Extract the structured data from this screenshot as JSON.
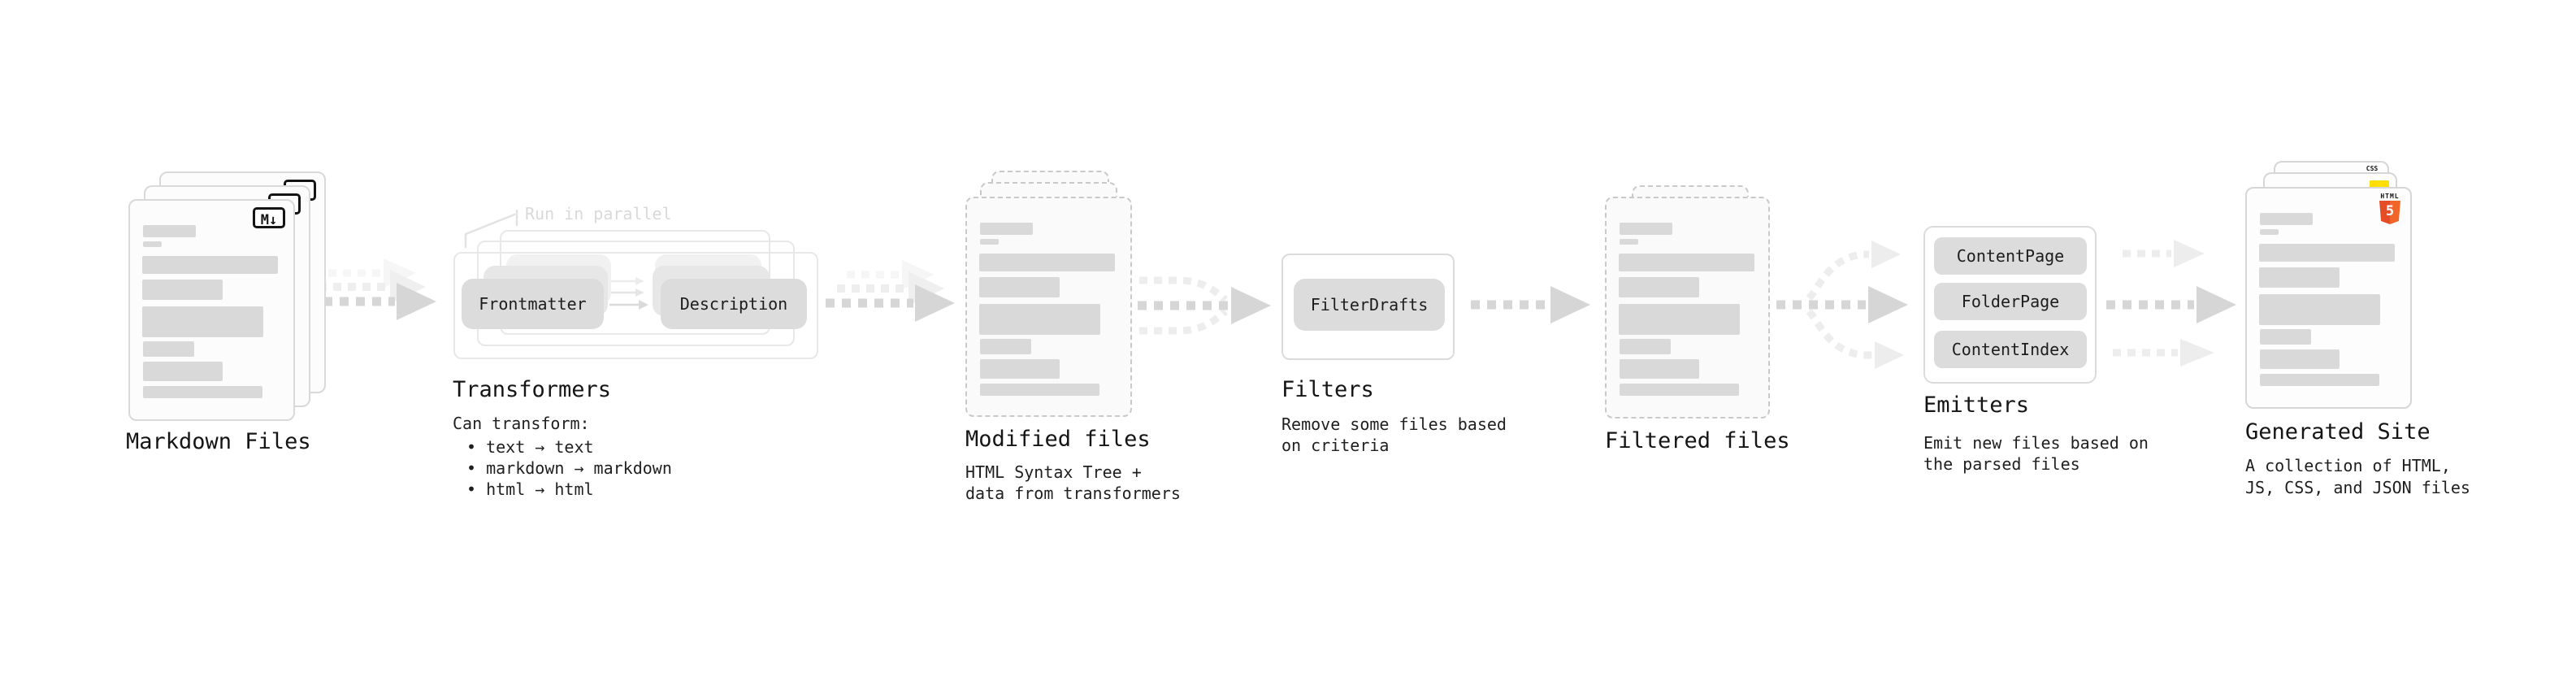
{
  "stages": {
    "markdown_files": {
      "label": "Markdown Files",
      "badge": "M↓"
    },
    "transformers": {
      "annotation": "Run in parallel",
      "step_a": "Frontmatter",
      "step_b": "Description",
      "title": "Transformers",
      "heading": "Can transform:",
      "bullets": [
        "• text → text",
        "• markdown → markdown",
        "• html → html"
      ]
    },
    "modified_files": {
      "label": "Modified files",
      "desc1": "HTML Syntax Tree +",
      "desc2": "data from transformers"
    },
    "filters": {
      "step": "FilterDrafts",
      "title": "Filters",
      "desc1": "Remove some files based",
      "desc2": "on criteria"
    },
    "filtered_files": {
      "label": "Filtered files"
    },
    "emitters": {
      "steps": [
        "ContentPage",
        "FolderPage",
        "ContentIndex"
      ],
      "title": "Emitters",
      "desc1": "Emit new files based on",
      "desc2": "the parsed files"
    },
    "generated_site": {
      "label": "Generated Site",
      "desc1": "A collection of HTML,",
      "desc2": "JS, CSS, and JSON files",
      "html5_word": "HTML",
      "html5_digit": "5",
      "css_word": "CSS"
    }
  },
  "colors": {
    "html5_orange": "#e44d26",
    "js_yellow": "#ffdf00",
    "css_blue": "#2d6bf0",
    "badge_black": "#141414",
    "arrow_gray": "#d6d6d6",
    "step_box_gray": "#dcdcdc"
  }
}
